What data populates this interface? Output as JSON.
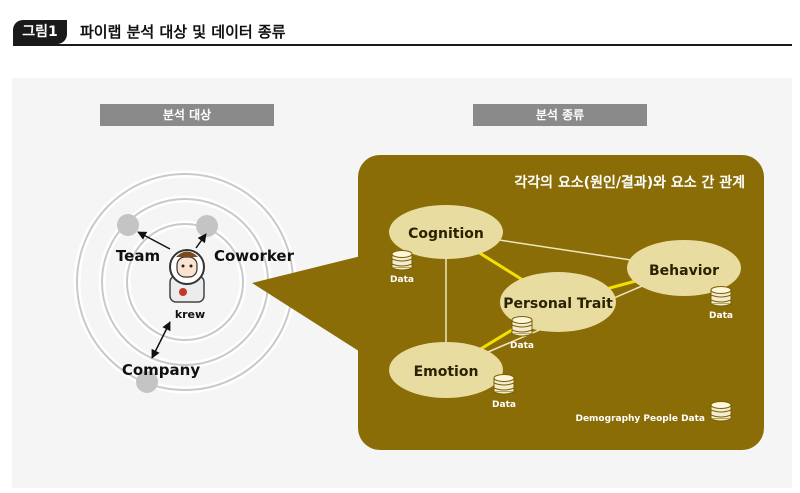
{
  "figure": {
    "tag": "그림1",
    "title": "파이랩 분석 대상 및 데이터 종류"
  },
  "left_section": {
    "label": "분석 대상",
    "nodes": {
      "team": "Team",
      "coworker": "Coworker",
      "company": "Company",
      "center": "krew"
    }
  },
  "right_section": {
    "label": "분석 종류",
    "box_title": "각각의 요소(원인/결과)와 요소 간 관계",
    "nodes": {
      "cognition": "Cognition",
      "behavior": "Behavior",
      "personal_trait": "Personal Trait",
      "emotion": "Emotion"
    },
    "data_label": "Data",
    "demography_label": "Demography People Data"
  },
  "colors": {
    "panel_bg": "#f5f5f5",
    "box_bg": "#8a6d06",
    "ellipse": "#e9dca0",
    "strong_link": "#f2e000",
    "weak_link": "#efe6c0",
    "section_label": "#8a8a8a"
  }
}
